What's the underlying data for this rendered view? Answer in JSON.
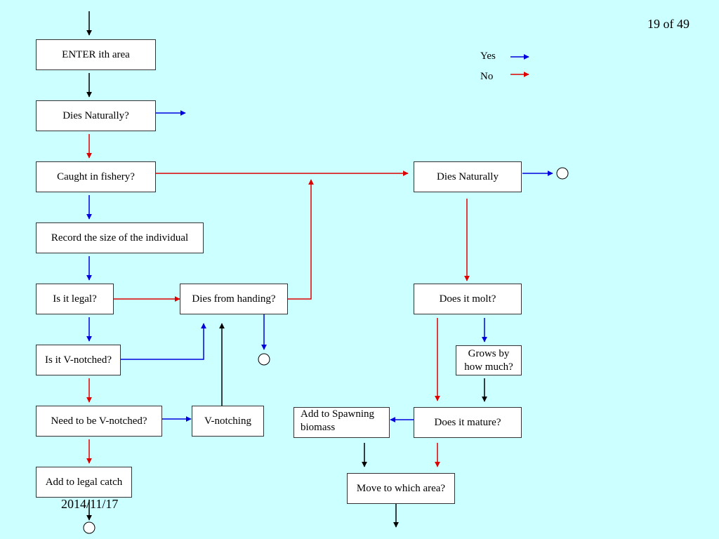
{
  "slide": {
    "page_number": "19 of 49",
    "date": "2014/11/17",
    "background": "#ccffff"
  },
  "legend": {
    "yes_label": "Yes",
    "no_label": "No",
    "yes_color": "#0000dd",
    "no_color": "#dd0000"
  },
  "colors": {
    "flow": "#000000",
    "box_border": "#333333"
  },
  "nodes": {
    "enter_area": "ENTER ith area",
    "dies_naturally_q": "Dies Naturally?",
    "caught_in_fishery": "Caught in fishery?",
    "record_size": "Record the size of the individual",
    "is_legal": "Is it legal?",
    "dies_from_handling": "Dies from handing?",
    "is_v_notched": "Is it V-notched?",
    "need_v_notched": "Need to be V-notched?",
    "v_notching": "V-notching",
    "add_legal_catch": "Add to legal catch",
    "dies_naturally": "Dies Naturally",
    "does_it_molt": "Does it molt?",
    "grows_by_line1": "Grows by",
    "grows_by_line2": "how much?",
    "does_it_mature": "Does it mature?",
    "add_spawning_line1": "Add to Spawning",
    "add_spawning_line2": "biomass",
    "move_to_area": "Move to which area?"
  },
  "edges": [
    {
      "from": "entry",
      "to": "enter_area",
      "kind": "flow"
    },
    {
      "from": "enter_area",
      "to": "dies_naturally_q",
      "kind": "flow"
    },
    {
      "from": "dies_naturally_q",
      "to": "exit",
      "kind": "yes"
    },
    {
      "from": "dies_naturally_q",
      "to": "caught_in_fishery",
      "kind": "no"
    },
    {
      "from": "caught_in_fishery",
      "to": "dies_naturally",
      "kind": "no"
    },
    {
      "from": "caught_in_fishery",
      "to": "record_size",
      "kind": "yes"
    },
    {
      "from": "record_size",
      "to": "is_legal",
      "kind": "yes"
    },
    {
      "from": "is_legal",
      "to": "dies_from_handling",
      "kind": "no"
    },
    {
      "from": "is_legal",
      "to": "is_v_notched",
      "kind": "yes"
    },
    {
      "from": "dies_from_handling",
      "to": "dies_naturally",
      "kind": "no"
    },
    {
      "from": "dies_from_handling",
      "to": "end_circle",
      "kind": "yes"
    },
    {
      "from": "is_v_notched",
      "to": "dies_from_handling",
      "kind": "yes"
    },
    {
      "from": "is_v_notched",
      "to": "need_v_notched",
      "kind": "no"
    },
    {
      "from": "need_v_notched",
      "to": "v_notching",
      "kind": "yes"
    },
    {
      "from": "v_notching",
      "to": "dies_from_handling",
      "kind": "flow"
    },
    {
      "from": "need_v_notched",
      "to": "add_legal_catch",
      "kind": "no"
    },
    {
      "from": "add_legal_catch",
      "to": "end_circle",
      "kind": "flow"
    },
    {
      "from": "dies_naturally",
      "to": "end_circle",
      "kind": "yes"
    },
    {
      "from": "dies_naturally",
      "to": "does_it_molt",
      "kind": "no"
    },
    {
      "from": "does_it_molt",
      "to": "grows_by",
      "kind": "yes"
    },
    {
      "from": "does_it_molt",
      "to": "does_it_mature",
      "kind": "no"
    },
    {
      "from": "grows_by",
      "to": "does_it_mature",
      "kind": "flow"
    },
    {
      "from": "does_it_mature",
      "to": "add_spawning",
      "kind": "yes"
    },
    {
      "from": "add_spawning",
      "to": "move_to_area",
      "kind": "flow"
    },
    {
      "from": "does_it_mature",
      "to": "move_to_area",
      "kind": "no"
    },
    {
      "from": "move_to_area",
      "to": "exit",
      "kind": "flow"
    }
  ]
}
